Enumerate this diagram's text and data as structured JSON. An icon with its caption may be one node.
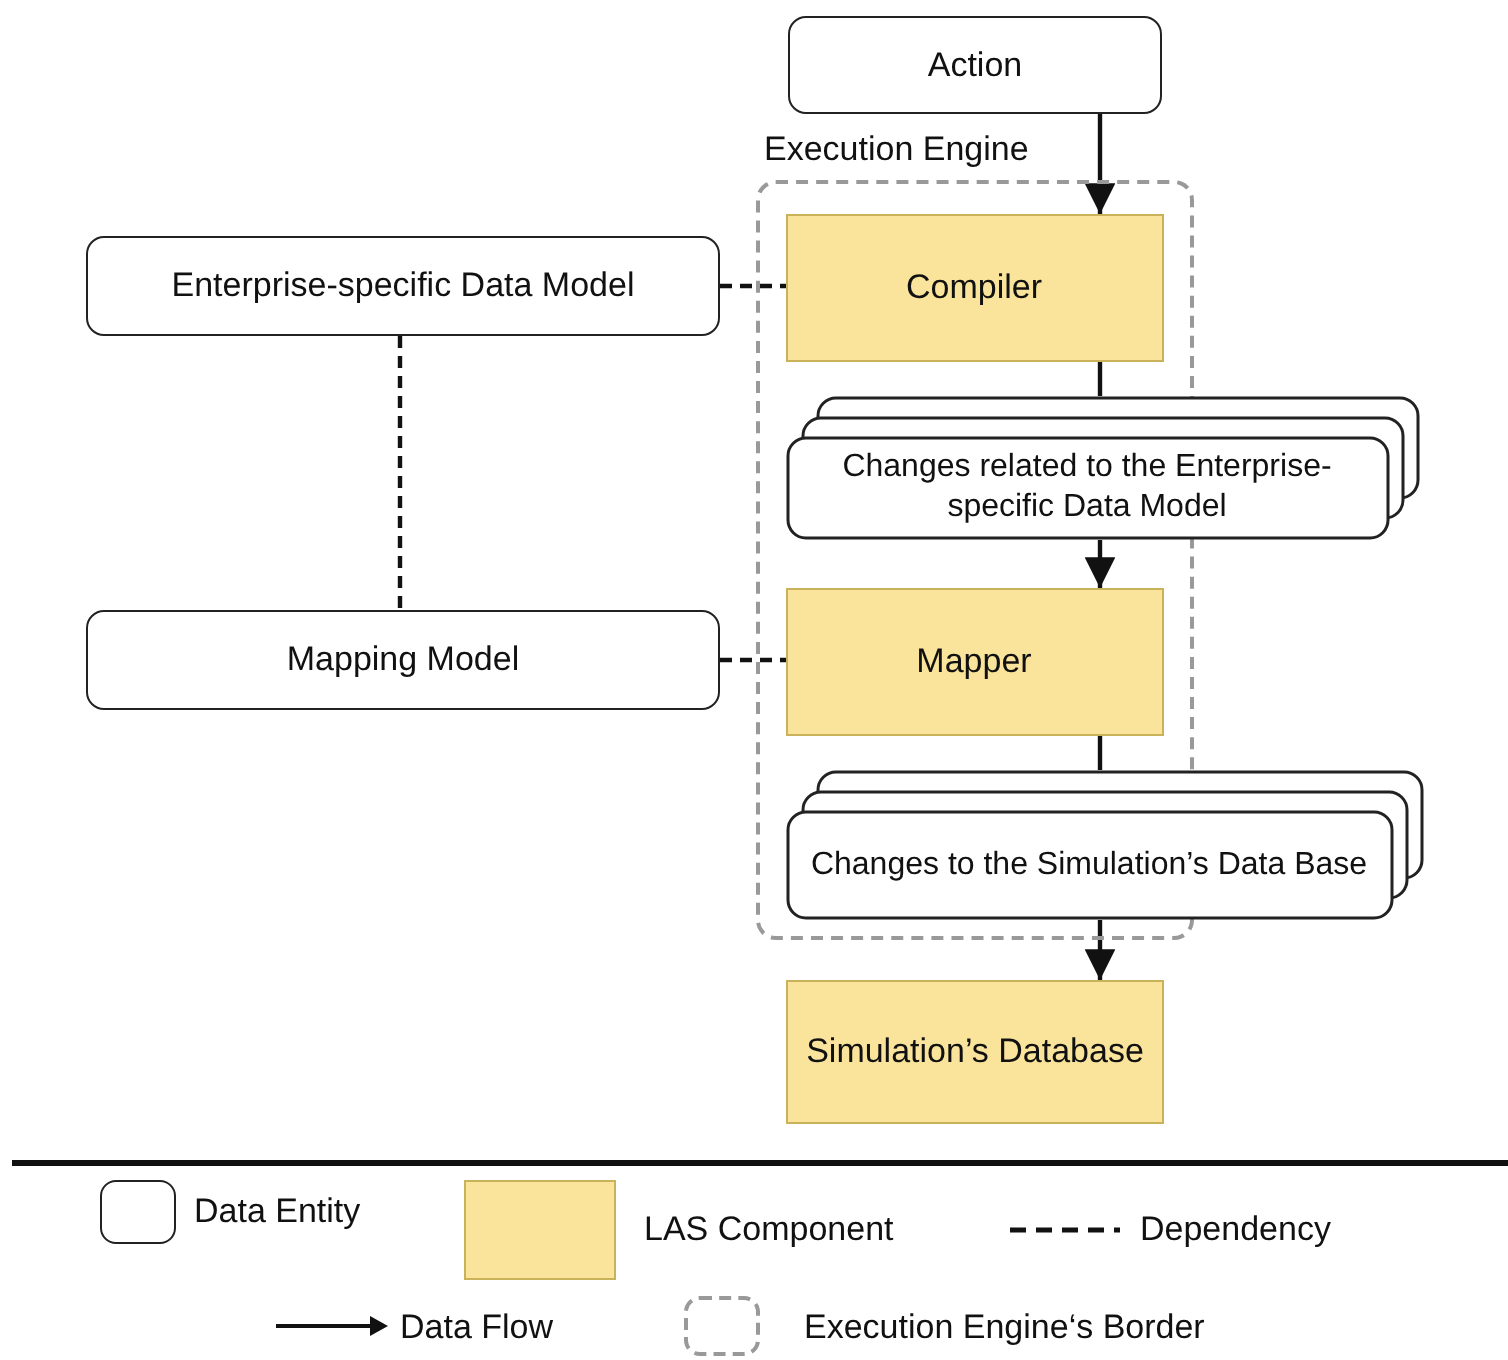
{
  "diagram": {
    "nodes": [
      {
        "text": [
          "Action"
        ]
      },
      {
        "text": [
          "Execution Engine"
        ]
      },
      {
        "text": [
          "Compiler"
        ],
        "in": 1
      },
      {
        "text": [
          "Changes related to the Enterprise-specific Data Model"
        ]
      },
      {
        "text": [
          "Mapper"
        ],
        "in": 1
      },
      {
        "text": [
          "Changes to the Simulation’s Data Base"
        ]
      },
      {
        "text": [
          "Simulation’s Database"
        ]
      },
      {
        "text": [
          "Enterprise-specific Data Model"
        ]
      },
      {
        "text": [
          "Mapping Model"
        ]
      }
    ],
    "edges": [
      {
        "from": 0,
        "to": 2,
        "arrow": "to"
      },
      {
        "from": 2,
        "to": 3,
        "arrow": "none"
      },
      {
        "from": 3,
        "to": 4,
        "arrow": "to"
      },
      {
        "from": 4,
        "to": 5,
        "arrow": "none"
      },
      {
        "from": 5,
        "to": 6,
        "arrow": "to"
      },
      {
        "from": 7,
        "to": 2,
        "arrow": "none",
        "style": "dashed"
      },
      {
        "from": 8,
        "to": 4,
        "arrow": "none",
        "style": "dashed"
      },
      {
        "from": 7,
        "to": 8,
        "arrow": "none",
        "style": "dashed"
      }
    ],
    "legend": [
      {
        "text": "Data Entity"
      },
      {
        "text": "LAS Component",
        "color": "#fae49b"
      },
      {
        "text": "Dependency"
      },
      {
        "text": "Data Flow"
      },
      {
        "text": "Execution Engine‘s Border"
      }
    ]
  }
}
